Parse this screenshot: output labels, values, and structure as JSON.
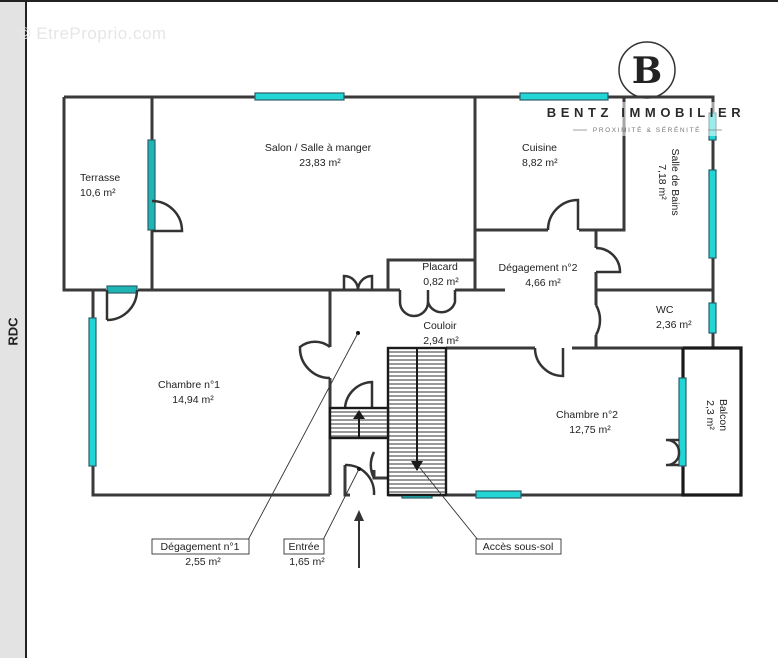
{
  "watermark": "© EtreProprio.com",
  "level_label": "RDC",
  "brand": {
    "logo_letter": "B",
    "name": "BENTZ IMMOBILIER",
    "tagline": "PROXIMITÉ & SÉRÉNITÉ"
  },
  "colors": {
    "window": "#22d6d6",
    "wall": "#3a3a3a",
    "side_band": "#e3e3e3"
  },
  "rooms": {
    "terrasse": {
      "name": "Terrasse",
      "area": "10,6  m²"
    },
    "salon": {
      "name": "Salon / Salle à manger",
      "area": "23,83  m²"
    },
    "cuisine": {
      "name": "Cuisine",
      "area": "8,82  m²"
    },
    "salle_de_bains": {
      "name": "Salle de Bains",
      "area": "7,18  m²"
    },
    "placard": {
      "name": "Placard",
      "area": "0,82  m²"
    },
    "degagement2": {
      "name": "Dégagement n°2",
      "area": "4,66  m²"
    },
    "wc": {
      "name": "WC",
      "area": "2,36  m²"
    },
    "couloir": {
      "name": "Couloir",
      "area": "2,94  m²"
    },
    "chambre1": {
      "name": "Chambre n°1",
      "area": "14,94  m²"
    },
    "chambre2": {
      "name": "Chambre n°2",
      "area": "12,75  m²"
    },
    "balcon": {
      "name": "Balcon",
      "area": "2,3  m²"
    }
  },
  "callouts": {
    "degagement1": {
      "name": "Dégagement n°1",
      "area": "2,55  m²"
    },
    "entree": {
      "name": "Entrée",
      "area": "1,65  m²"
    },
    "acces_sous_sol": {
      "name": "Accès sous-sol"
    }
  }
}
